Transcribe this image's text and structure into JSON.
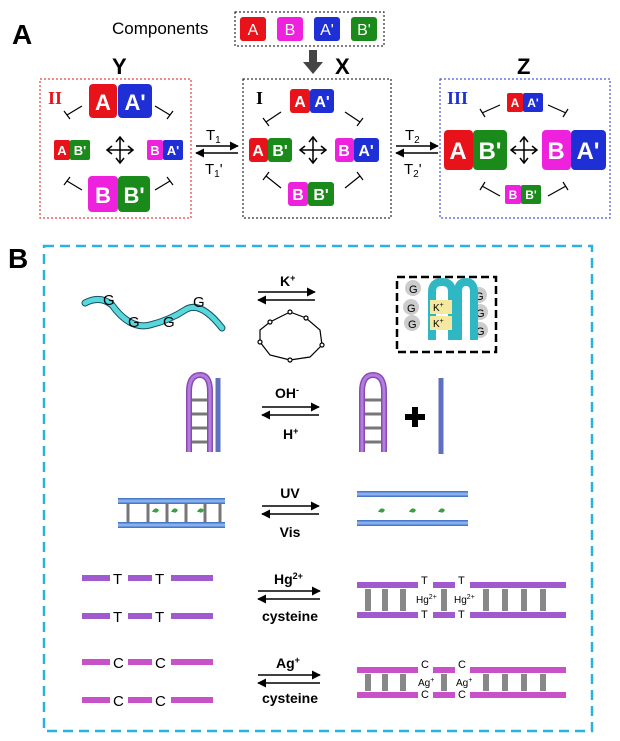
{
  "panel_a": {
    "label": "A",
    "components_label": "Components",
    "components": [
      "A",
      "B",
      "A'",
      "B'"
    ],
    "state_x": {
      "letter": "X",
      "roman": "I"
    },
    "state_y": {
      "letter": "Y",
      "roman": "II"
    },
    "state_z": {
      "letter": "Z",
      "roman": "III"
    },
    "t1": {
      "main": "T",
      "sub": "1",
      "rev_main": "T",
      "rev_sub": "1",
      "rev_prime": "'"
    },
    "t2": {
      "main": "T",
      "sub": "2",
      "rev_main": "T",
      "rev_sub": "2",
      "rev_prime": "'"
    }
  },
  "panel_b": {
    "label": "B",
    "rows": [
      {
        "top": "K+",
        "top_sup": "+",
        "top_base": "K",
        "bottom": ""
      },
      {
        "top_base": "OH",
        "top_sup": "-",
        "bottom_base": "H",
        "bottom_sup": "+"
      },
      {
        "top": "UV",
        "bottom": "Vis"
      },
      {
        "top_base": "Hg",
        "top_sup": "2+",
        "bottom": "cysteine",
        "base": "T",
        "ion": "Hg2+"
      },
      {
        "top_base": "Ag",
        "top_sup": "+",
        "bottom": "cysteine",
        "base": "C",
        "ion": "Ag+"
      }
    ],
    "quadruplex_bases": [
      "G",
      "G",
      "G",
      "G"
    ],
    "quadruplex_ion": "K+"
  },
  "colors": {
    "A": "#e8121a",
    "B": "#ee22dd",
    "A_prime": "#1f2fd6",
    "B_prime": "#1a8a1a",
    "box_y": "#e8121a",
    "box_z": "#1f2fd6",
    "panel_b_border": "#29b2dc",
    "strand_purple": "#a05ad0",
    "strand_blue": "#5a8ad8",
    "cyan": "#3cc8c8"
  }
}
